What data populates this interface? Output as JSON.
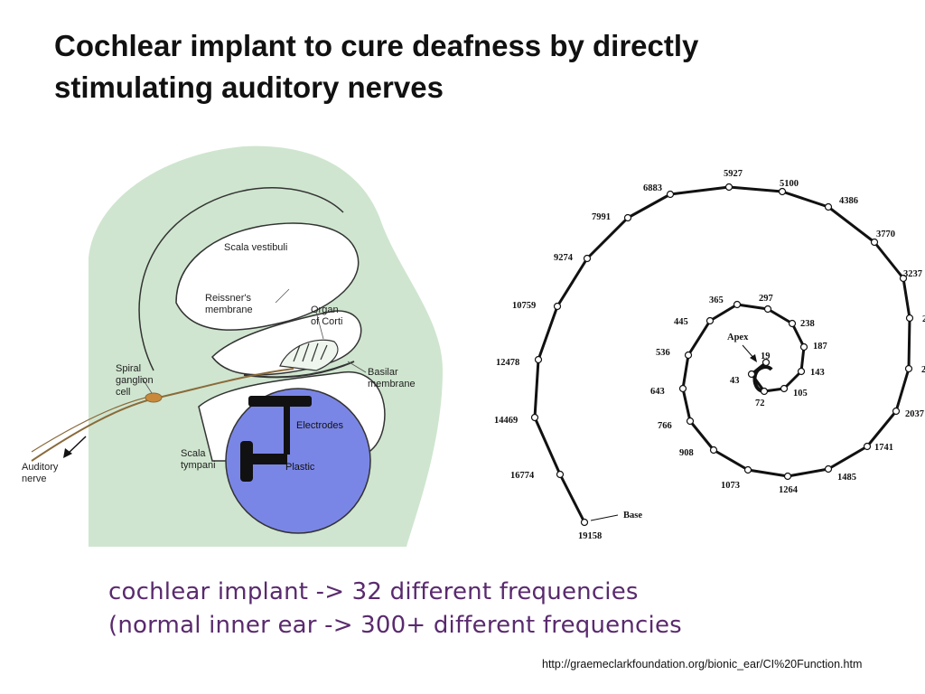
{
  "title": {
    "line1": "Cochlear implant to cure deafness by directly",
    "line2": "stimulating auditory nerves"
  },
  "cochlea_diagram": {
    "labels": {
      "scala_vestibuli": "Scala vestibuli",
      "reissners_1": "Reissner's",
      "reissners_2": "membrane",
      "organ_1": "Organ",
      "organ_2": "of Corti",
      "spiral_1": "Spiral",
      "spiral_2": "ganglion",
      "spiral_3": "cell",
      "basilar_1": "Basilar",
      "basilar_2": "membrane",
      "auditory_1": "Auditory",
      "auditory_2": "nerve",
      "scala_tympani_1": "Scala",
      "scala_tympani_2": "tympani",
      "electrodes": "Electrodes",
      "plastic": "Plastic"
    },
    "colors": {
      "tissue": "#cfe5cf",
      "implant": "#7a86e6"
    }
  },
  "frequency_spiral": {
    "apex_label": "Apex",
    "base_label": "Base",
    "frequencies": [
      "19158",
      "16774",
      "14469",
      "12478",
      "10759",
      "9274",
      "7991",
      "6883",
      "5927",
      "5100",
      "4386",
      "3770",
      "3237",
      "2",
      "2",
      "2037",
      "1741",
      "1485",
      "1264",
      "1073",
      "908",
      "766",
      "643",
      "536",
      "445",
      "365",
      "297",
      "238",
      "187",
      "143",
      "105",
      "72",
      "43",
      "19"
    ]
  },
  "captions": {
    "line1": "cochlear implant -> 32 different frequencies",
    "line2": "(normal inner ear -> 300+ different frequencies"
  },
  "source_url": "http://graemeclarkfoundation.org/bionic_ear/CI%20Function.htm"
}
